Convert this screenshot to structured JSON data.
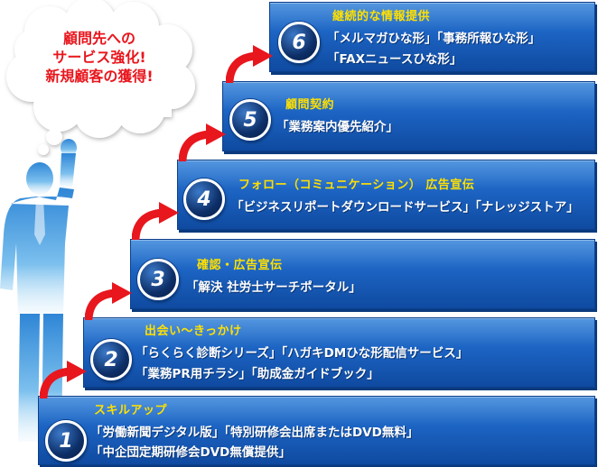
{
  "bubble": {
    "lines": [
      "顧問先への",
      "サービス強化!",
      "新規顧客の獲得!"
    ]
  },
  "steps": [
    {
      "number": "1",
      "title": "スキルアップ",
      "lines": [
        "「労働新聞デジタル版」「特別研修会出席またはDVD無料」",
        "「中企団定期研修会DVD無償提供」"
      ]
    },
    {
      "number": "2",
      "title": "出会い〜きっかけ",
      "lines": [
        "「らくらく診断シリーズ」「ハガキDMひな形配信サービス」",
        "「業務PR用チラシ」「助成金ガイドブック」"
      ]
    },
    {
      "number": "3",
      "title": "確認・広告宣伝",
      "lines": [
        "「解決 社労士サーチポータル」"
      ]
    },
    {
      "number": "4",
      "title": "フォロー（コミュニケーション） 広告宣伝",
      "lines": [
        "「ビジネスリポートダウンロードサービス」「ナレッジストア」"
      ]
    },
    {
      "number": "5",
      "title": "顧問契約",
      "lines": [
        "「業務案内優先紹介」"
      ]
    },
    {
      "number": "6",
      "title": "継続的な情報提供",
      "lines": [
        "「メルマガひな形」「事務所報ひな形」",
        "「FAXニュースひな形」"
      ]
    }
  ],
  "colors": {
    "step_fill": "#1c63c2",
    "title_text": "#ffe000",
    "body_text": "#ffffff",
    "arrow": "#e8161d",
    "bubble_text": "#e8161d",
    "figure": "#6fb4e8"
  }
}
